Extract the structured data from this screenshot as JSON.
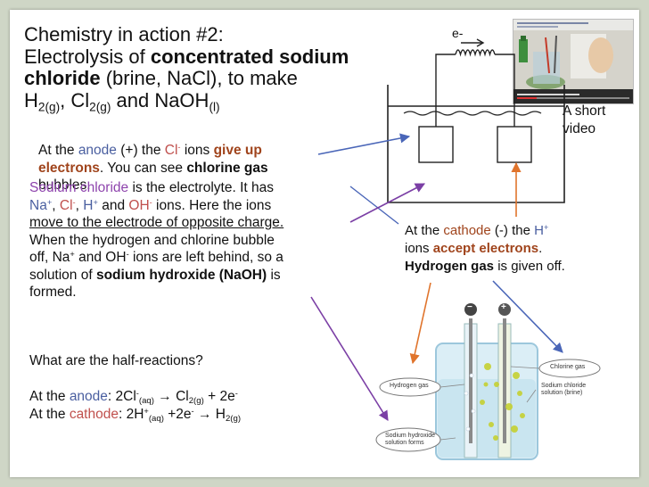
{
  "title": {
    "line1": "Chemistry in action #2:",
    "line2_prefix": "Electrolysis of ",
    "line2_bold": "concentrated sodium",
    "line3_bold": "chloride",
    "line3_rest": " (brine, NaCl), to make",
    "h2": "H",
    "h2_sub": "2(g)",
    "sep1": ", ",
    "cl2": "Cl",
    "cl2_sub": "2(g)",
    "and": " and ",
    "naoh": "NaOH",
    "naoh_sub": "(l)"
  },
  "video_label": {
    "line1": "A short",
    "line2": "video"
  },
  "diagram": {
    "electron_label": "e-"
  },
  "anode_note": {
    "p1": "At the ",
    "anode": "anode",
    "p2": " (+) the ",
    "cl": "Cl",
    "cl_sup": "-",
    "p3": " ions ",
    "give_up": "give up",
    "electrons": "electrons",
    "p4": ". You can see ",
    "chlorine_gas": "chlorine gas",
    "bubbles": "bubbles."
  },
  "electrolyte_note": {
    "sodium_chloride": "Sodium chloride",
    "l1_rest": " is the electrolyte. It has",
    "na": "Na",
    "na_sup": "+",
    "comma1": ", ",
    "cl": "Cl",
    "cl_sup": "-",
    "comma2": ", ",
    "h": "H",
    "h_sup": "+",
    "and": " and ",
    "oh": "OH",
    "oh_sup": "-",
    "l2_rest": " ions. Here the ions",
    "l3_underline": "move to the electrode of opposite charge.",
    "l4": "When the hydrogen and chlorine bubble",
    "l5_a": "off, Na",
    "l5_sup1": "+",
    "l5_b": " and OH",
    "l5_sup2": "-",
    "l5_c": " ions are left behind, so a",
    "l6_a": "solution of ",
    "l6_bold": "sodium hydroxide (NaOH)",
    "l6_b": " is",
    "l7": "formed."
  },
  "cathode_note": {
    "p1": "At the ",
    "cathode": "cathode",
    "p2": " (-) the ",
    "h": "H",
    "h_sup": "+",
    "p3": "ions ",
    "accept": "accept electrons",
    "p4": ".",
    "hydrogen_gas": "Hydrogen gas",
    "p5": " is given off."
  },
  "question": "What are the half-reactions?",
  "reactions": {
    "anode_prefix": "At the ",
    "anode_word": "anode",
    "anode_eq_a": ": 2Cl",
    "anode_sup": "-",
    "anode_sub_aq": "(aq)",
    "anode_eq_b": " → Cl",
    "anode_sub_g": "2(g)",
    "anode_eq_c": " + 2e",
    "anode_sup2": "-",
    "cathode_prefix": "At the ",
    "cathode_word": "cathode",
    "cathode_eq_a": ": 2H",
    "cathode_sup": "+",
    "cathode_sub_aq": "(aq)",
    "cathode_eq_b": " +2e",
    "cathode_sup2": "-",
    "cathode_eq_c": " → H",
    "cathode_sub_g": "2(g)"
  },
  "apparatus": {
    "hydrogen_gas": "Hydrogen gas",
    "chlorine_gas": "Chlorine gas",
    "sodium_chloride": "Sodium chloride",
    "brine": "solution (brine)",
    "sodium_hydroxide": "Sodium hydroxide",
    "solution_forms": "solution forms",
    "minus": "−",
    "plus": "+"
  },
  "colors": {
    "anode_blue": "#4a5fa0",
    "cathode_red": "#c0504d",
    "electrolyte_purple": "#8e44ad",
    "arrow_blue": "#4a66b8",
    "arrow_orange": "#e0742c",
    "arrow_purple": "#7b3fa5"
  }
}
